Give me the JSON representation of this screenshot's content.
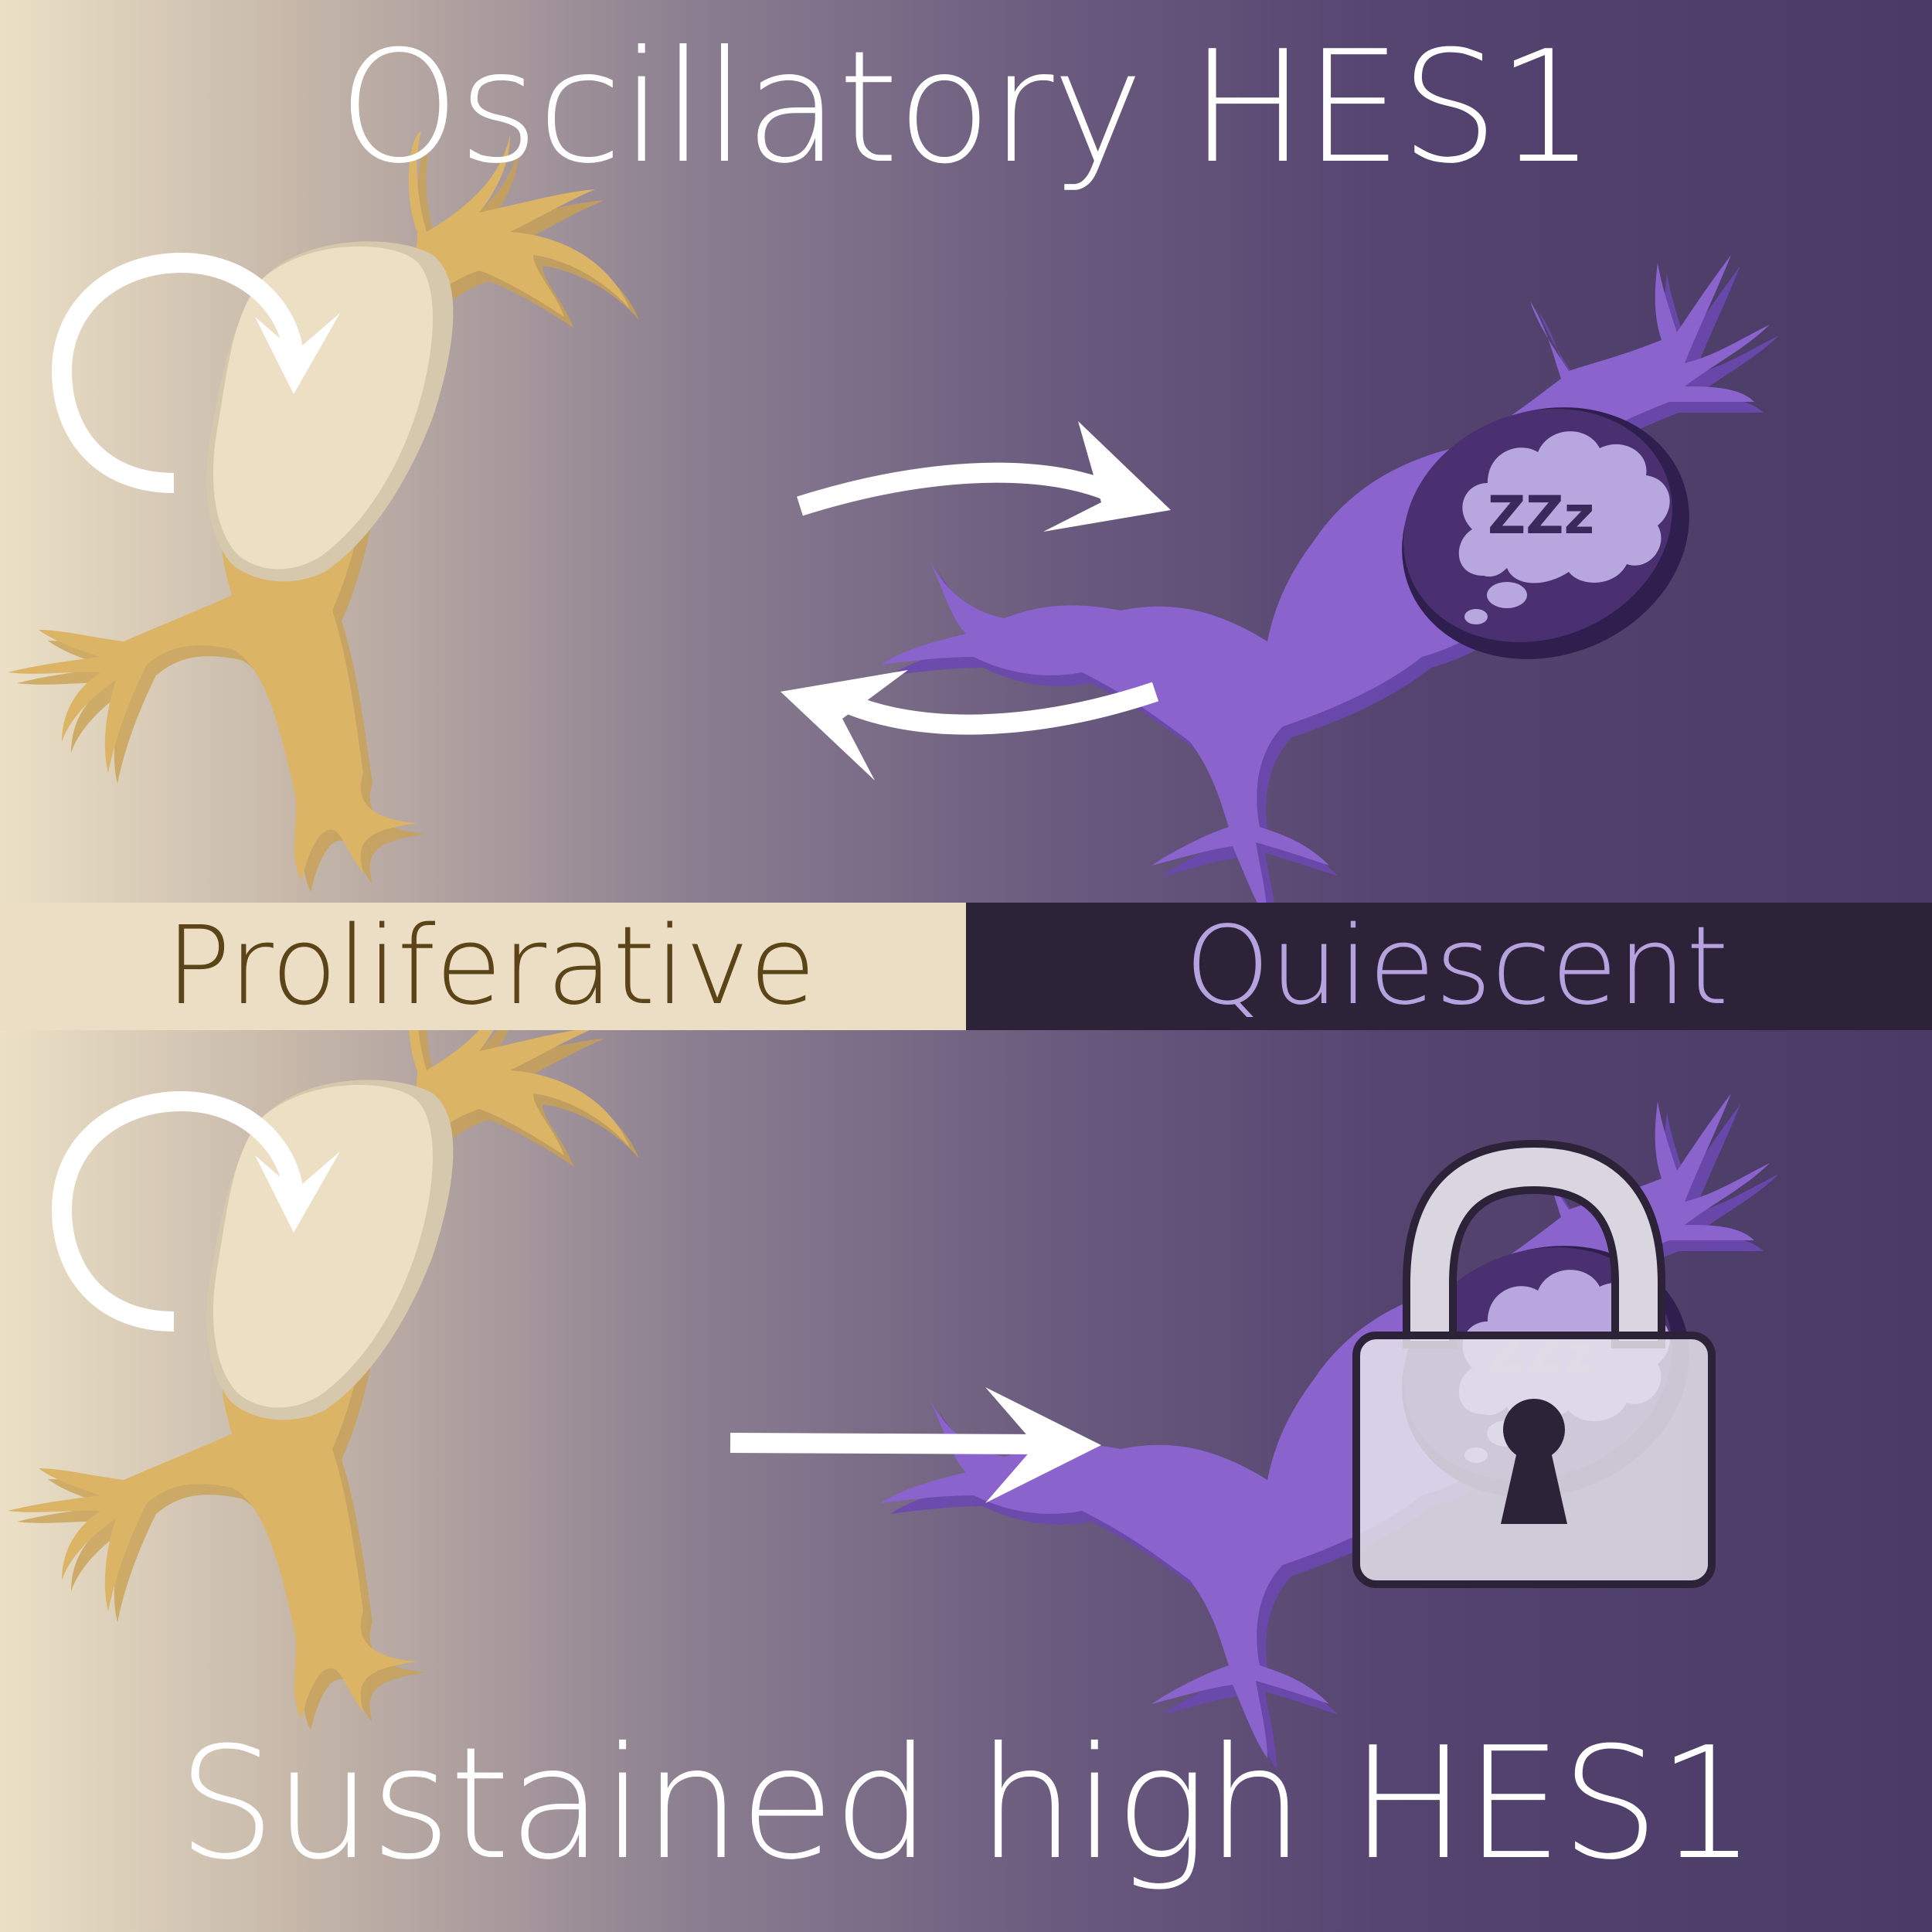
{
  "titles": {
    "top": "Oscillatory HES1",
    "bottom": "Sustained high HES1"
  },
  "states": {
    "left": "Proliferative",
    "right": "Quiescent"
  },
  "sleep_text": "ZZz",
  "icons": {
    "cycle": "circular-arrow-icon",
    "transition_forward": "arrow-right-icon",
    "transition_back": "arrow-left-icon",
    "sleep": "thought-bubble-icon",
    "lock": "padlock-icon"
  },
  "colors": {
    "proliferative_cell": "#dcb466",
    "proliferative_nucleus": "#ecdfc3",
    "quiescent_cell": "#8a64cc",
    "quiescent_nucleus": "#4a3070",
    "band_left": "#ebdec4",
    "band_right": "#2d2339"
  }
}
